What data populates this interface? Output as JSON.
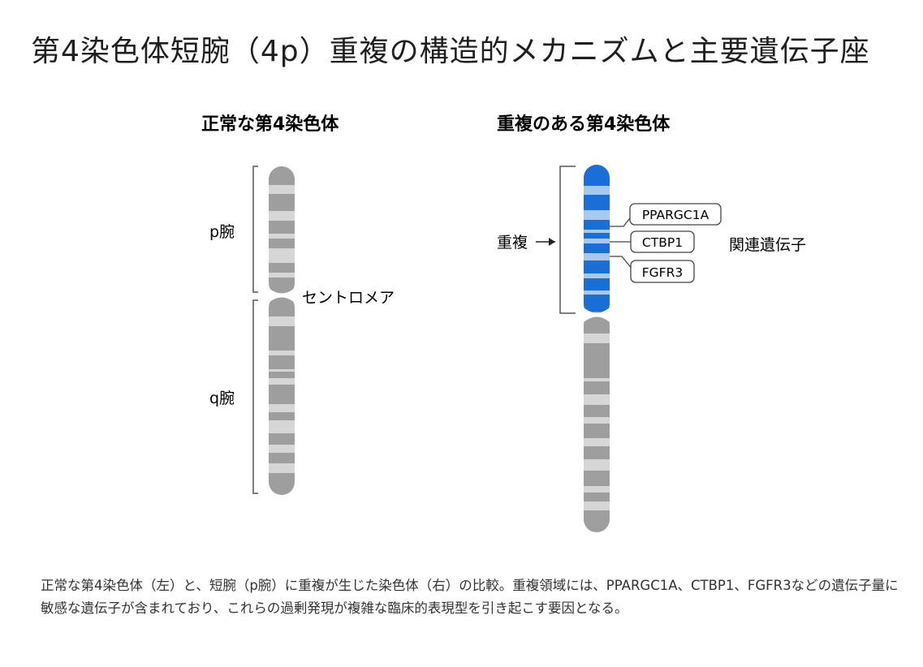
{
  "title": "第4染色体短腕（4p）重複の構造的メカニズムと主要遺伝子座",
  "panels": {
    "normal": {
      "heading": "正常な第4染色体",
      "p_arm_label": "p腕",
      "q_arm_label": "q腕",
      "centromere_label": "セントロメア"
    },
    "duplicated": {
      "heading": "重複のある第4染色体",
      "duplication_label": "重複",
      "genes": [
        "PPARGC1A",
        "CTBP1",
        "FGFR3"
      ],
      "genes_group_label": "関連遺伝子"
    }
  },
  "colors": {
    "chromosome_gray": "#9e9e9e",
    "band_light": "#d6d6d6",
    "duplication_blue": "#1a6fd6",
    "band_blue_light": "#a9c8ee",
    "bracket": "#555555"
  },
  "caption": "正常な第4染色体（左）と、短腕（p腕）に重複が生じた染色体（右）の比較。重複領域には、PPARGC1A、CTBP1、FGFR3などの遺伝子量に敏感な遺伝子が含まれており、これらの過剰発現が複雑な臨床的表現型を引き起こす要因となる。"
}
